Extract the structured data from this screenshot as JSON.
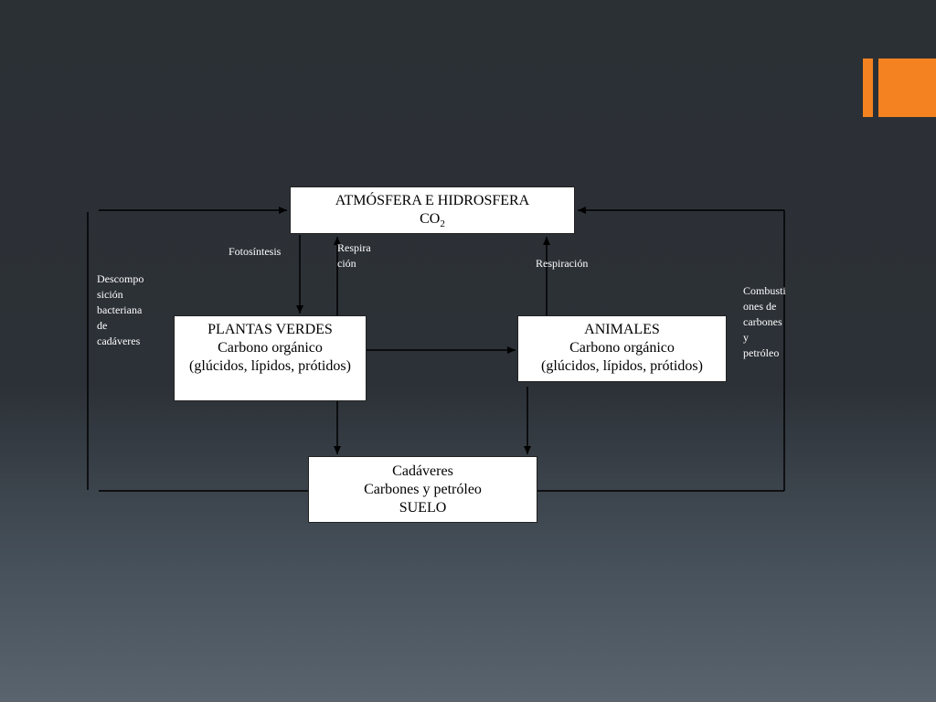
{
  "slide": {
    "accent_color": "#f58220",
    "background_colors": [
      "#2b3035",
      "#5a646e"
    ]
  },
  "boxes": {
    "atmosfera": {
      "title": "ATMÓSFERA E HIDROSFERA",
      "formula_main": "CO",
      "formula_sub": "2"
    },
    "plantas": {
      "line1": "PLANTAS VERDES",
      "line2": "Carbono orgánico",
      "line3": "(glúcidos, lípidos, prótidos)"
    },
    "animales": {
      "line1": "ANIMALES",
      "line2": "Carbono orgánico",
      "line3": "(glúcidos, lípidos, prótidos)"
    },
    "cadaveres": {
      "line1": "Cadáveres",
      "line2": "Carbones y petróleo",
      "line3": "SUELO"
    }
  },
  "labels": {
    "fotosintesis": "Fotosíntesis",
    "respiracion_plantas": [
      "Respira",
      "ción"
    ],
    "respiracion_animales": "Respiración",
    "descomposicion": [
      "Descompo",
      "sición",
      "bacteriana",
      "de",
      "cadáveres"
    ],
    "combustiones": [
      "Combusti",
      "ones de",
      "carbones",
      "y",
      "petróleo"
    ]
  }
}
